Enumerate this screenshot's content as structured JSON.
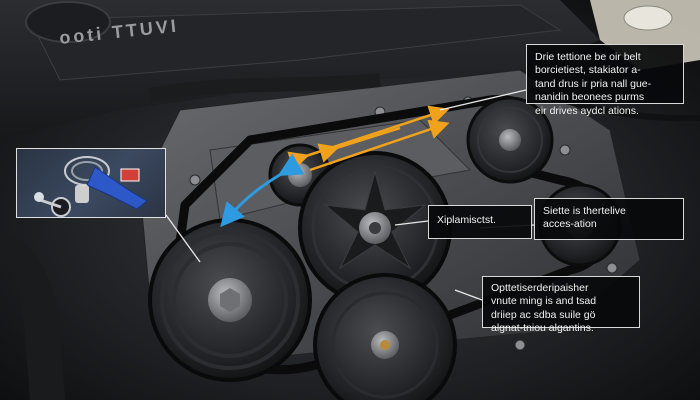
{
  "hood_lettering": "ooti     TTUVI",
  "callouts": {
    "top": "Drie tettione be oir belt\nborcietiest, stakiator a-\ntand drus ir pria nall gue-\nnanidin beonees purms\neir drives aydcl ations.",
    "mid_left": "Xiplamisctst.",
    "mid_right": "Siette is thertelive\nacces-ation",
    "bottom": "Opttetiserderipaisher\nvnute ming is and tsad\ndriiep ac sdba suile gö\nalgnat-tniou algantins."
  },
  "colors": {
    "arrow_orange": "#f0a21c",
    "arrow_blue": "#2e9be0",
    "callout_border": "#d8d8d8",
    "inset_red": "#d2403a",
    "inset_blue": "#2d58c8"
  },
  "icons": {
    "inset_tool": "belt-tensioner-tool-icon"
  }
}
